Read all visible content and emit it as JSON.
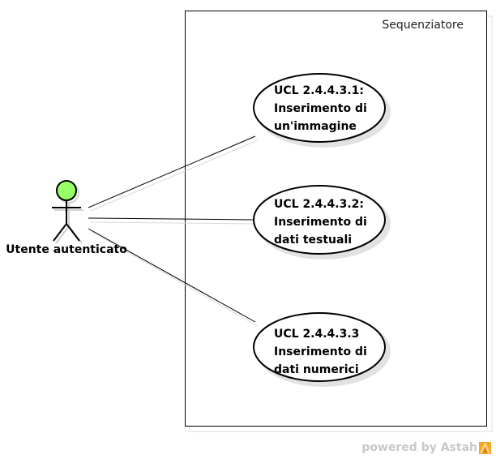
{
  "diagram": {
    "system": {
      "title": "Sequenziatore"
    },
    "actor": {
      "name": "Utente autenticato",
      "head_color": "#99ff66"
    },
    "use_cases": [
      {
        "lines": [
          "UCL 2.4.4.3.1:",
          "Inserimento di",
          "un'immagine"
        ]
      },
      {
        "lines": [
          "UCL 2.4.4.3.2:",
          "Inserimento di",
          "dati testuali"
        ]
      },
      {
        "lines": [
          "UCL 2.4.4.3.3",
          "Inserimento di",
          "dati numerici"
        ]
      }
    ]
  },
  "watermark": {
    "text": "powered by Astah",
    "logo_color": "#f5a623"
  }
}
